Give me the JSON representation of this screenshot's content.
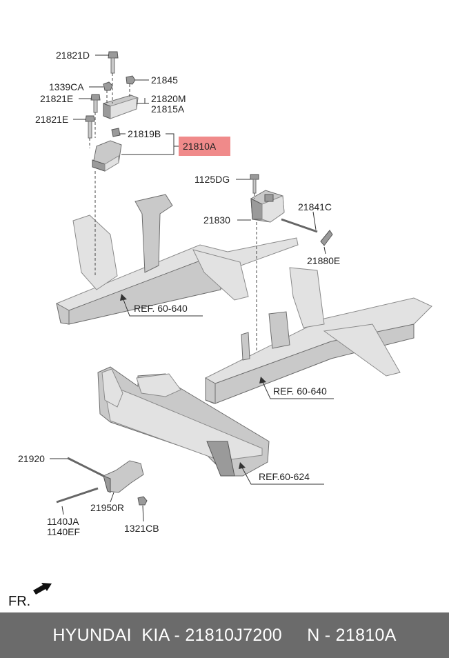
{
  "labels": {
    "l21821d": "21821D",
    "l1339ca": "1339CA",
    "l21845": "21845",
    "l21821e_a": "21821E",
    "l21820m": "21820M",
    "l21815a": "21815A",
    "l21821e_b": "21821E",
    "l21819b": "21819B",
    "l21810a": "21810A",
    "l1125dg": "1125DG",
    "l21841c": "21841C",
    "l21830": "21830",
    "l21880e": "21880E",
    "l21920": "21920",
    "l21950r": "21950R",
    "l1140ja": "1140JA",
    "l1140ef": "1140EF",
    "l1321cb": "1321CB"
  },
  "refs": {
    "ref1_prefix": "REF.",
    "ref1_num": "60-640",
    "ref2_prefix": "REF.",
    "ref2_num": "60-640",
    "ref3_prefix": "REF.",
    "ref3_num": "60-624"
  },
  "front_marker": "FR.",
  "highlight_color": "#f08a8a",
  "footer": {
    "text": "HYUNDAI  KIA - 21810J7200     N - 21810A"
  }
}
